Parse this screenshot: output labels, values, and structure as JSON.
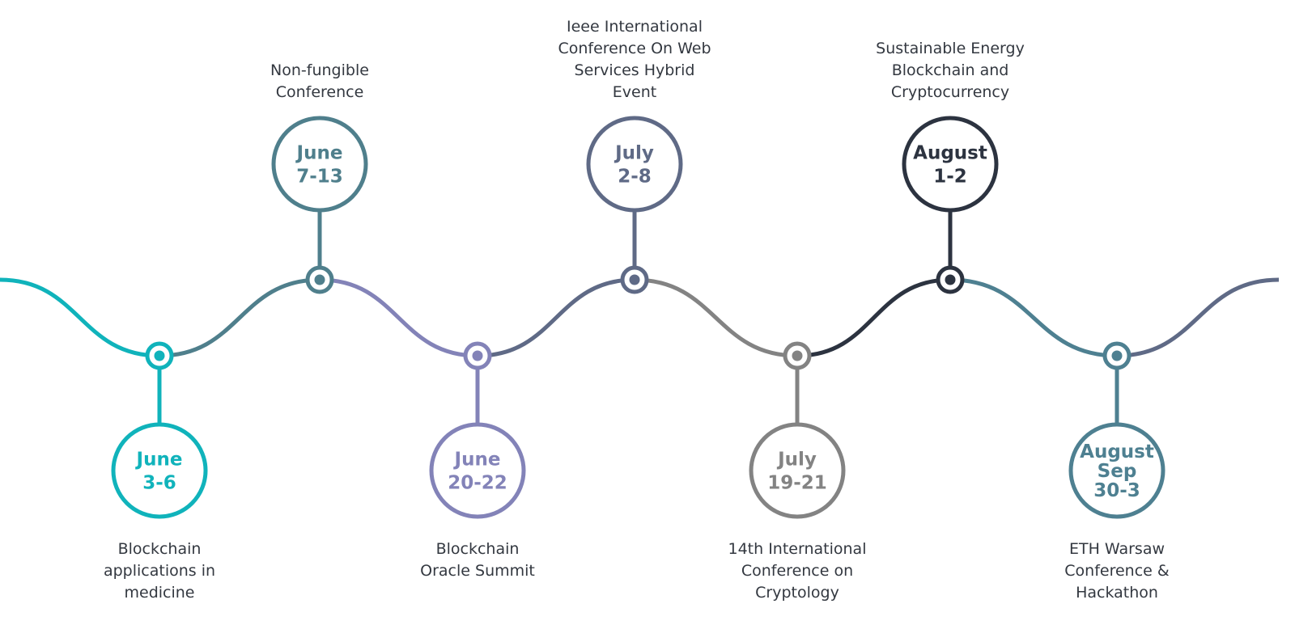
{
  "timeline": {
    "events": [
      {
        "date_line1": "June",
        "date_line2": "3-6",
        "title_lines": [
          "Blockchain",
          "applications in",
          "medicine"
        ],
        "color": "#10b3bb"
      },
      {
        "date_line1": "June",
        "date_line2": "7-13",
        "title_lines": [
          "Non-fungible",
          "Conference"
        ],
        "color": "#4f7f8c"
      },
      {
        "date_line1": "June",
        "date_line2": "20-22",
        "title_lines": [
          "Blockchain",
          "Oracle Summit"
        ],
        "color": "#8383b8"
      },
      {
        "date_line1": "July",
        "date_line2": "2-8",
        "title_lines": [
          "Ieee International",
          "Conference On Web",
          "Services Hybrid",
          "Event"
        ],
        "color": "#5f6a86"
      },
      {
        "date_line1": "July",
        "date_line2": "19-21",
        "title_lines": [
          "14th International",
          "Conference on",
          "Cryptology"
        ],
        "color": "#838383"
      },
      {
        "date_line1": "August",
        "date_line2": "1-2",
        "title_lines": [
          "Sustainable Energy",
          "Blockchain and",
          "Cryptocurrency"
        ],
        "color": "#2c3340"
      },
      {
        "date_line1": "August",
        "date_line2": "Sep",
        "date_line3": "30-3",
        "title_lines": [
          "ETH Warsaw",
          "Conference &",
          "Hackathon"
        ],
        "color": "#4e8091"
      }
    ],
    "tail_color": "#5f6a86"
  }
}
